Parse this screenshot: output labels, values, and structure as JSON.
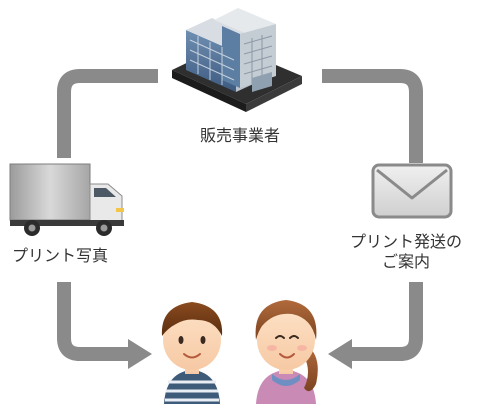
{
  "nodes": {
    "seller": {
      "label": "販売事業者",
      "icon": "office-building-icon"
    },
    "truck": {
      "label": "プリント写真",
      "icon": "delivery-truck-icon"
    },
    "mail": {
      "label_line1": "プリント発送の",
      "label_line2": "ご案内",
      "icon": "envelope-icon"
    },
    "customers": {
      "icon": "customer-couple-icon"
    }
  },
  "colors": {
    "arrow": "#8a8a8a",
    "text": "#333333"
  }
}
